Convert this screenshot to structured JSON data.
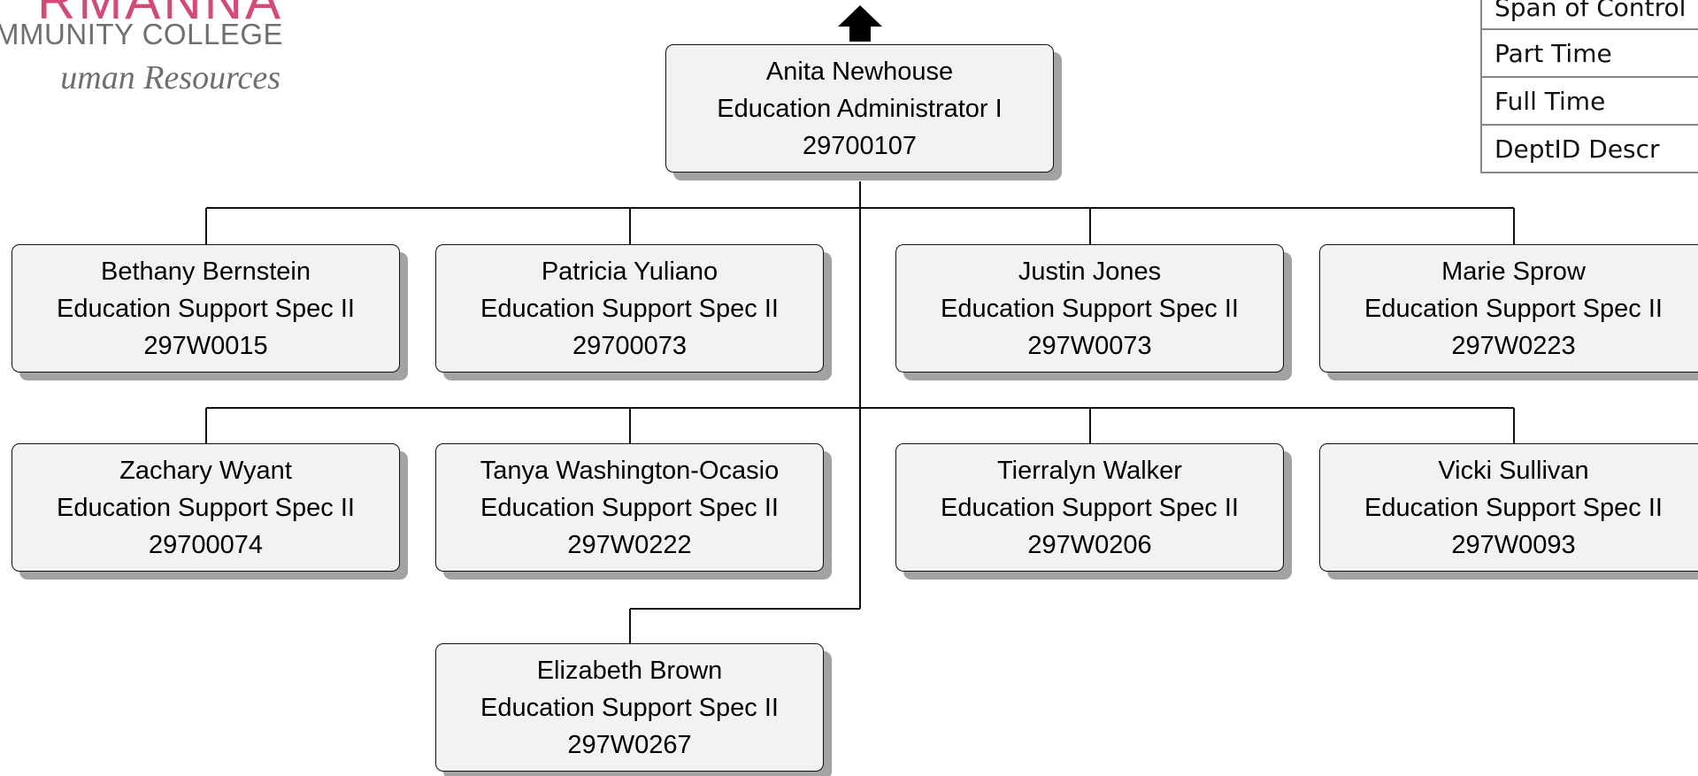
{
  "logo": {
    "brand_text": "RMANNA",
    "sub_text": "MMUNITY COLLEGE",
    "dept_text": "uman Resources",
    "brand_color": "#d14a79",
    "text_color": "#6f6f6f"
  },
  "legend": {
    "rows": [
      "Span of Control",
      "Part Time",
      "Full Time",
      "DeptID Descr"
    ]
  },
  "manager": {
    "name": "Anita Newhouse",
    "title": "Education Administrator I",
    "id": "29700107",
    "has_parent_arrow": true
  },
  "reports": [
    {
      "name": "Bethany Bernstein",
      "title": "Education Support Spec II",
      "id": "297W0015"
    },
    {
      "name": "Patricia Yuliano",
      "title": "Education Support Spec II",
      "id": "29700073"
    },
    {
      "name": "Justin Jones",
      "title": "Education Support Spec II",
      "id": "297W0073"
    },
    {
      "name": "Marie Sprow",
      "title": "Education Support Spec II",
      "id": "297W0223"
    },
    {
      "name": "Zachary Wyant",
      "title": "Education Support Spec II",
      "id": "29700074"
    },
    {
      "name": "Tanya Washington-Ocasio",
      "title": "Education Support Spec II",
      "id": "297W0222"
    },
    {
      "name": "Tierralyn Walker",
      "title": "Education Support Spec II",
      "id": "297W0206"
    },
    {
      "name": "Vicki Sullivan",
      "title": "Education Support Spec II",
      "id": "297W0093"
    },
    {
      "name": "Elizabeth Brown",
      "title": "Education Support Spec II",
      "id": "297W0267"
    }
  ],
  "colors": {
    "node_fill": "#f2f2f2",
    "node_border": "#111111",
    "node_shadow": "#a3a3a3",
    "line": "#111111",
    "legend_border": "#888888"
  }
}
